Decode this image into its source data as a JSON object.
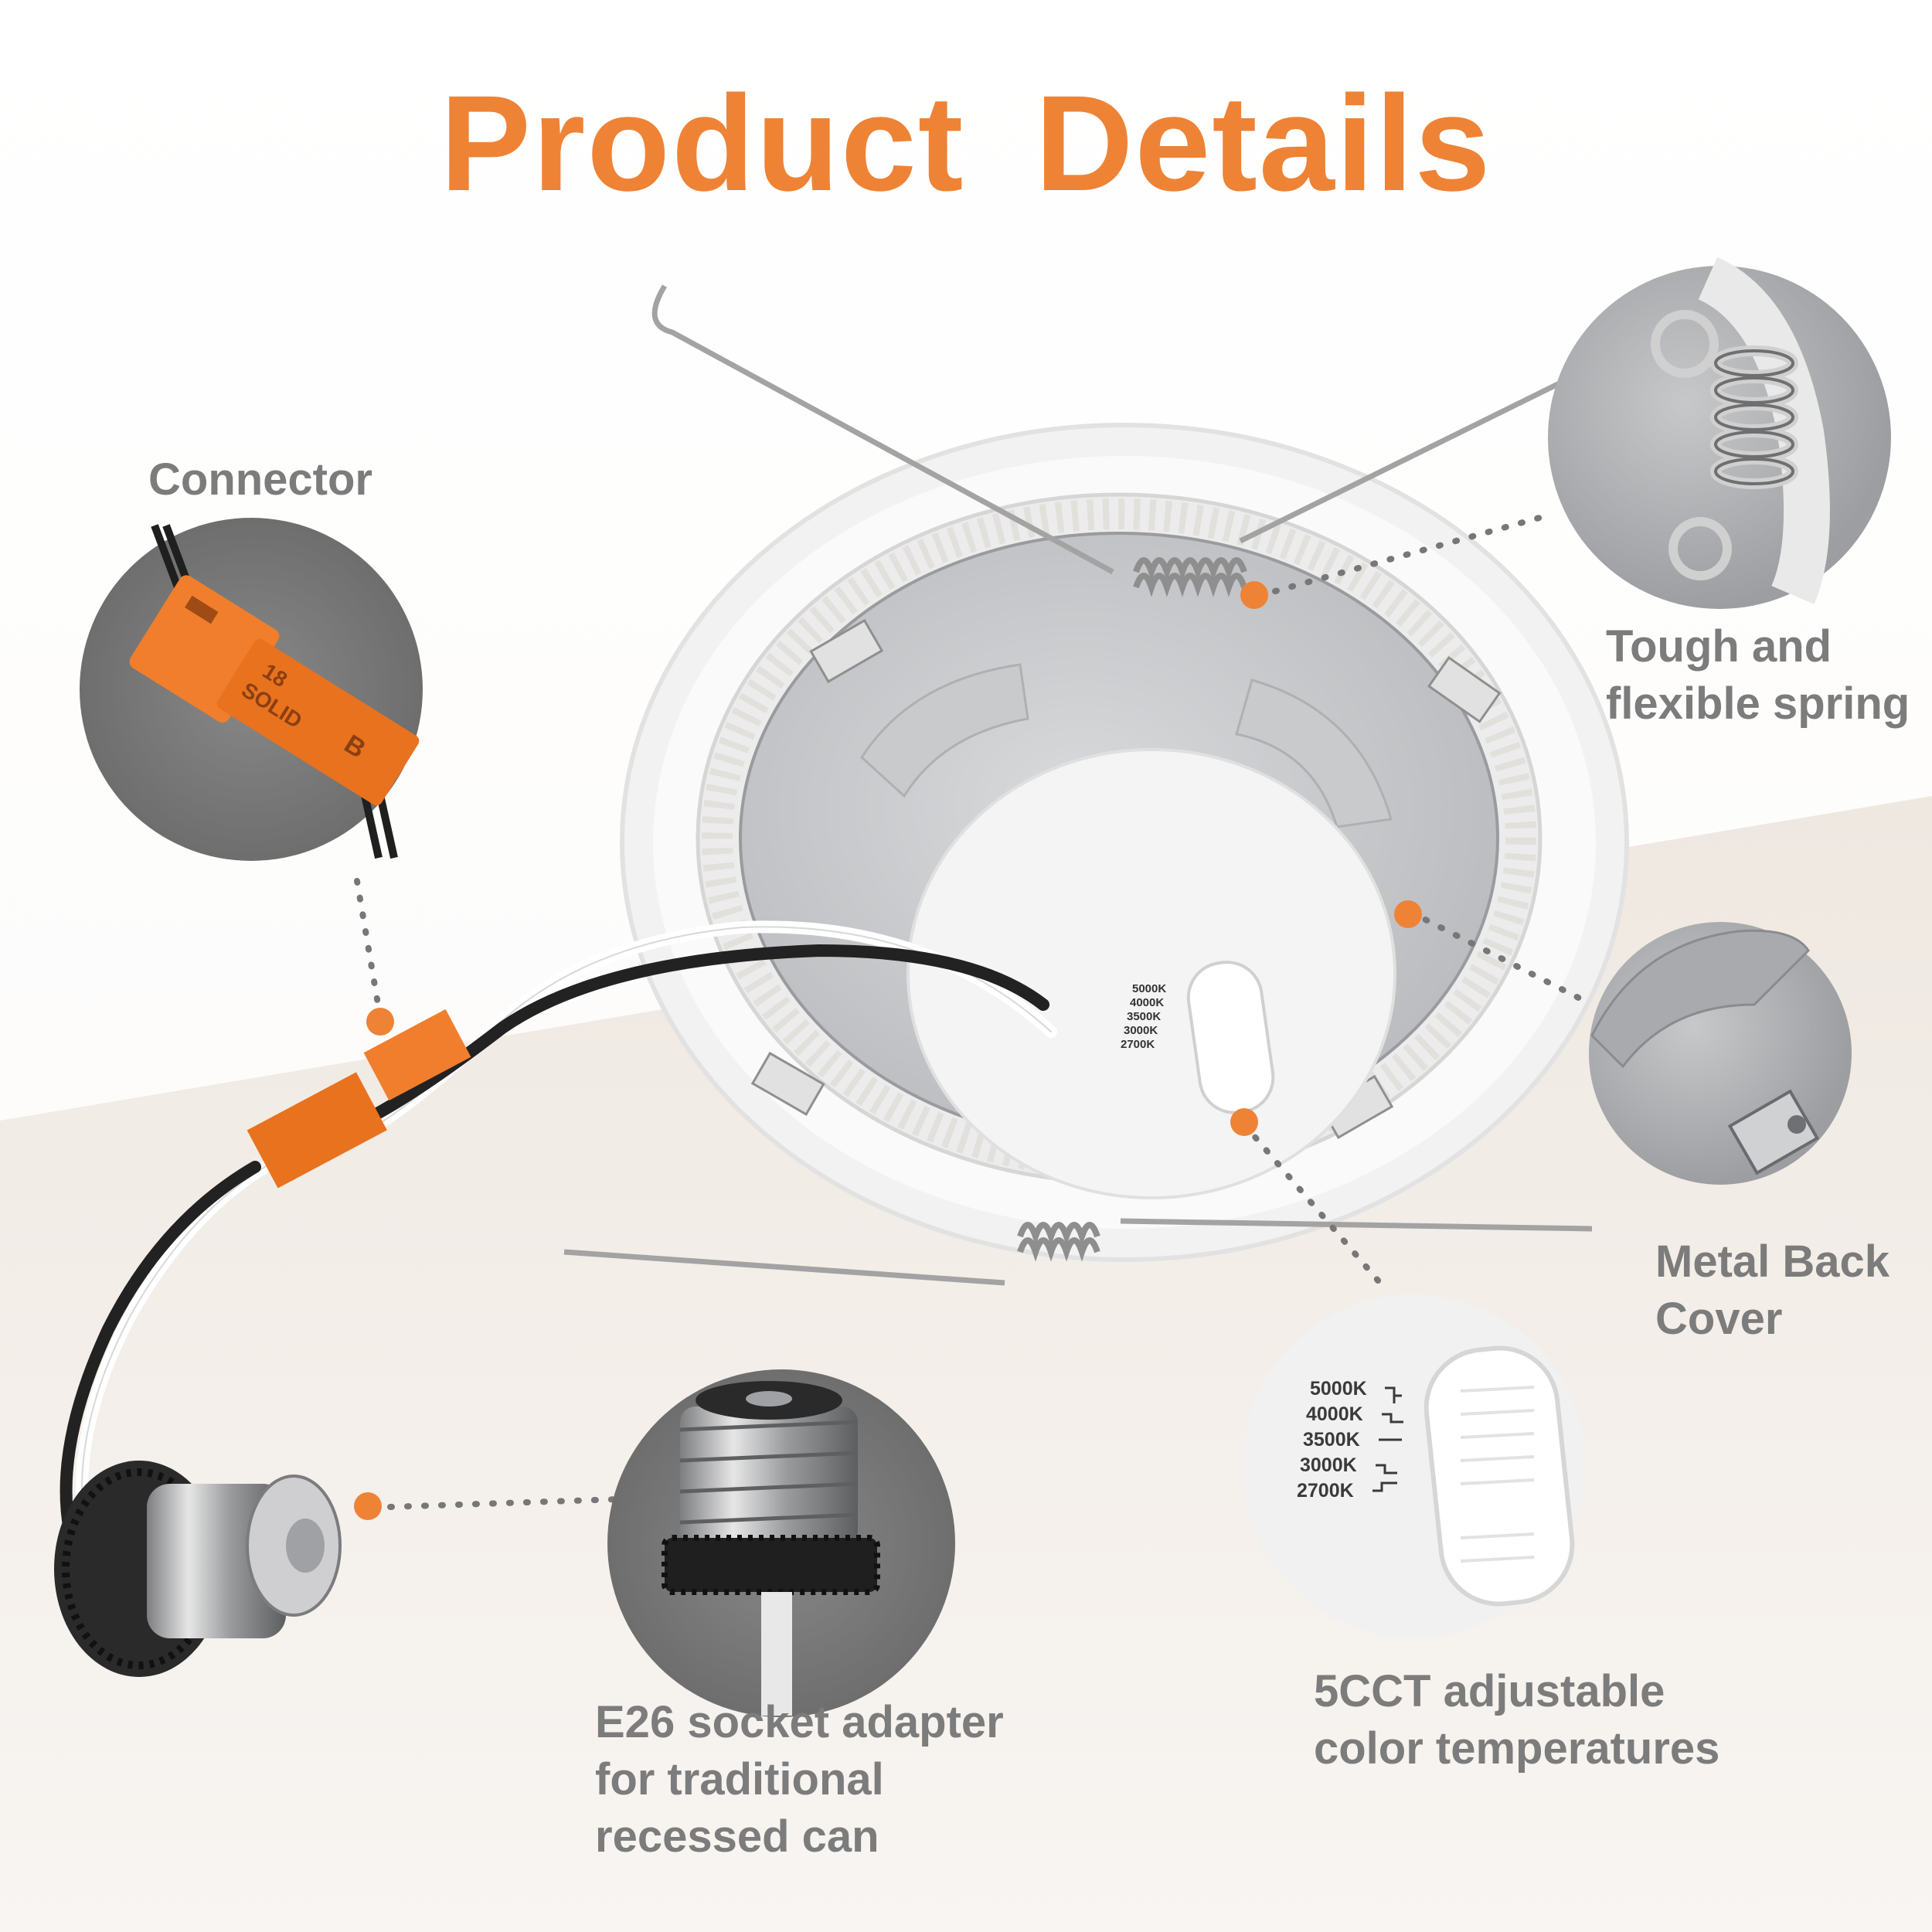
{
  "title": "Product  Details",
  "labels": {
    "connector": "Connector",
    "spring": "Tough and\nflexible spring",
    "metal_back": "Metal Back\nCover",
    "e26": "E26 socket adapter\nfor traditional\nrecessed can",
    "cct": "5CCT adjustable\ncolor temperatures"
  },
  "connector_markings": {
    "gauge": "18",
    "type": "SOLID",
    "letter": "B"
  },
  "cct_options": [
    "5000K",
    "4000K",
    "3500K",
    "3000K",
    "2700K"
  ],
  "colors": {
    "accent": "#ee8336",
    "label": "#7c7c7c",
    "circle_bg": "#7a7a7a",
    "connector": "#f07e2c"
  }
}
